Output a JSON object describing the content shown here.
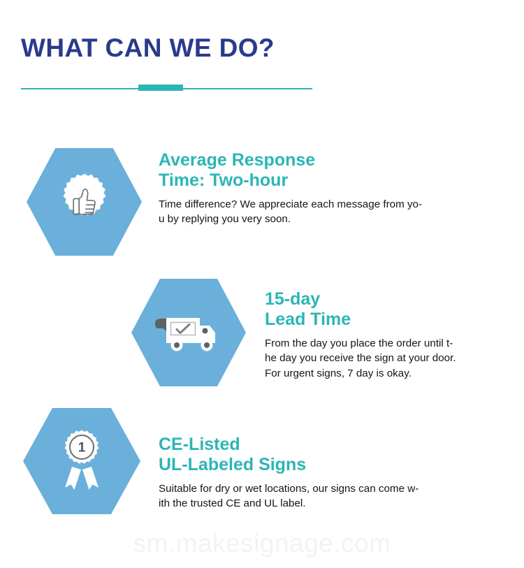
{
  "header": {
    "title": "WHAT CAN WE DO?",
    "title_color": "#2a3a8c",
    "accent_color": "#2cb5b5"
  },
  "theme": {
    "background": "#ffffff",
    "hexagon_blue": "#6bafdb",
    "heading_teal": "#2cb5b5",
    "body_text": "#151515",
    "watermark_gray": "#f3f3f3"
  },
  "features": [
    {
      "icon": "thumbs-up-badge-icon",
      "heading_line1": "Average Response",
      "heading_line2": "Time: Two-hour",
      "body_line1": "Time difference? We appreciate each message from yo-",
      "body_line2": "u by replying you very soon."
    },
    {
      "icon": "delivery-truck-icon",
      "heading_line1": "15-day",
      "heading_line2": "Lead Time",
      "body_line1": "From the day you place the order until t-",
      "body_line2": "he day you receive the sign at your door.",
      "body_line3": "For urgent signs, 7 day is okay."
    },
    {
      "icon": "award-ribbon-icon",
      "heading_line1": "CE-Listed",
      "heading_line2": "UL-Labeled Signs",
      "body_line1": "Suitable for dry or wet locations, our signs can come w-",
      "body_line2": "ith the trusted CE and UL label."
    }
  ],
  "watermark": {
    "text": "sm.makesignage.com"
  }
}
